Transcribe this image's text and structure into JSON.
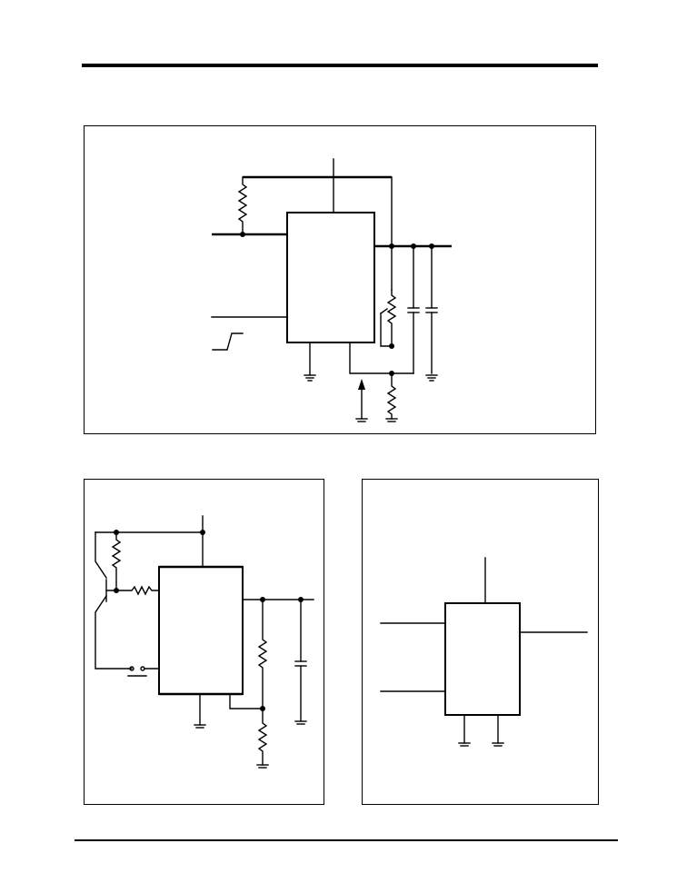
{
  "page": {
    "colors": {
      "ink": "#000000",
      "paper": "#ffffff"
    }
  },
  "figures": [
    {
      "id": "top-circuit",
      "labels": []
    },
    {
      "id": "bottom-left-circuit",
      "labels": []
    },
    {
      "id": "bottom-right-circuit",
      "labels": []
    }
  ]
}
